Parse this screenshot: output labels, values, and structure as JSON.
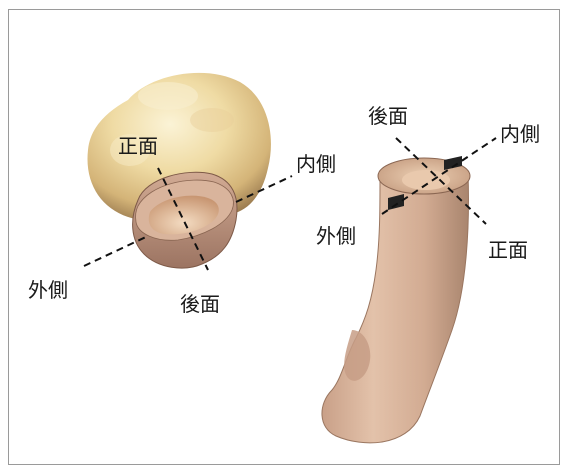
{
  "left_figure": {
    "labels": {
      "front": "正面",
      "medial": "内側",
      "lateral": "外側",
      "posterior": "後面"
    }
  },
  "right_figure": {
    "labels": {
      "posterior": "後面",
      "medial": "内側",
      "lateral": "外側",
      "front": "正面"
    }
  },
  "colors": {
    "frame_border": "#9a9a9a",
    "bone_light": "#f6ecc4",
    "bone_mid": "#e4c98c",
    "bone_shadow": "#a6855a",
    "cut_section": "#c9a088",
    "cut_section_edge": "#8a6a58",
    "shaft": "#d4ab90",
    "shaft_shadow": "#9e7a64",
    "guide_line": "#111111"
  }
}
